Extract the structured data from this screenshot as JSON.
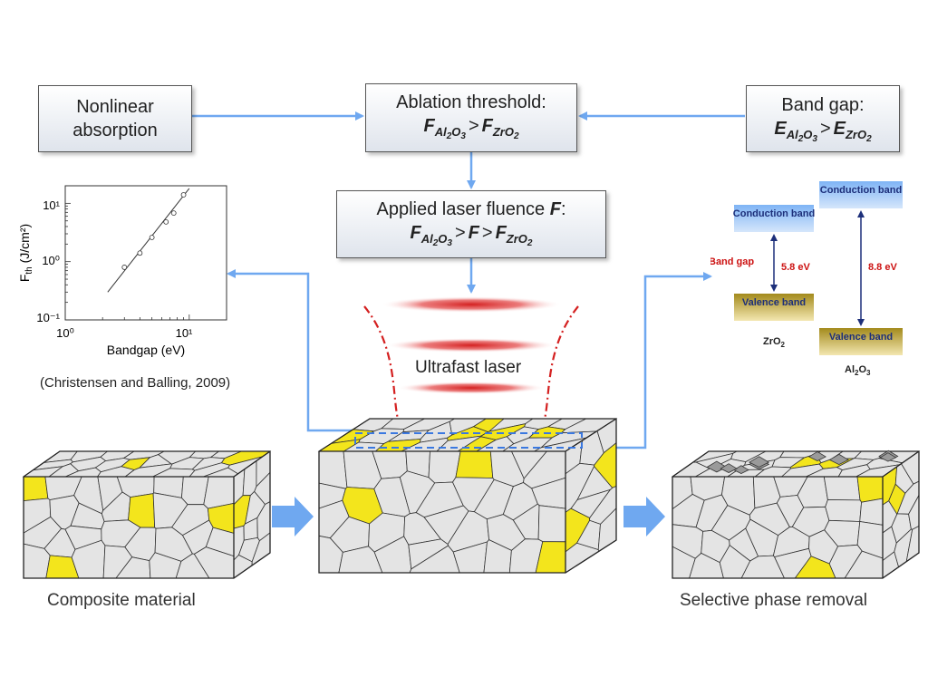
{
  "boxes": {
    "nonlinear": "Nonlinear absorption",
    "ablation_title": "Ablation threshold:",
    "bandgap_title": "Band gap:",
    "applied_title": "Applied laser fluence",
    "applied_symbol": "F",
    "colon": ":"
  },
  "formula": {
    "F": "F",
    "E": "E",
    "al": "Al",
    "al_sub": "2",
    "o": "O",
    "o_sub": "3",
    "zr": "ZrO",
    "zr_sub": "2",
    "gt": ">"
  },
  "laser_label": "Ultrafast laser",
  "captions": {
    "composite": "Composite material",
    "selective": "Selective phase removal",
    "citation": "(Christensen and Balling, 2009)"
  },
  "plot": {
    "ylabel_main": "F",
    "ylabel_sub": "th",
    "ylabel_unit": "(J/cm²)",
    "xlabel": "Bandgap (eV)",
    "xticks": [
      "10⁰",
      "10¹"
    ],
    "yticks": [
      "10¹",
      "10⁰",
      "10⁻¹"
    ]
  },
  "chart_data": {
    "type": "scatter",
    "xlabel": "Bandgap (eV)",
    "ylabel": "Fth (J/cm²)",
    "xscale": "log",
    "yscale": "log",
    "xlim": [
      1,
      20
    ],
    "ylim": [
      0.1,
      20
    ],
    "grid": false,
    "points": [
      [
        3,
        0.8
      ],
      [
        4,
        1.4
      ],
      [
        5,
        2.6
      ],
      [
        6.5,
        4.8
      ],
      [
        7.5,
        6.8
      ],
      [
        9,
        14
      ]
    ],
    "fit_line": [
      [
        2.2,
        0.3
      ],
      [
        10,
        18
      ]
    ]
  },
  "band": {
    "conduction": "Conduction band",
    "valence": "Valence band",
    "band_gap": "Band gap",
    "zro2_gap": "5.8 eV",
    "al2o3_gap": "8.8 eV",
    "zro2": "ZrO",
    "zro2_sub": "2",
    "al2o3_a": "Al",
    "al2o3_b": "2",
    "al2o3_c": "O",
    "al2o3_d": "3"
  },
  "colors": {
    "arrow": "#6fa8f0",
    "grain_fill": "#e4e4e4",
    "zirconia": "#f3e51c",
    "laser_red": "#d42020",
    "gap_red": "#cc1111",
    "band_navy": "#1d2f7a"
  }
}
